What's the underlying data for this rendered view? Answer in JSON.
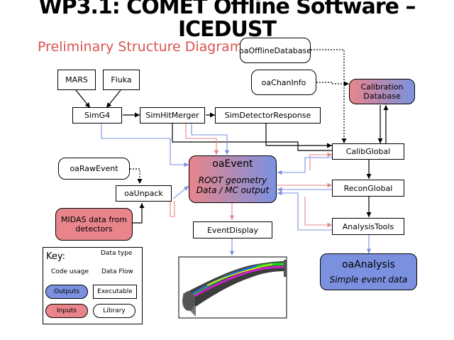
{
  "title": "WP3.1: COMET Offline Software – ICEDUST",
  "subtitle": "Preliminary Structure Diagram",
  "nodes": {
    "mars": "MARS",
    "fluka": "Fluka",
    "simg4": "SimG4",
    "simhitmerger": "SimHitMerger",
    "simdetectorresponse": "SimDetectorResponse",
    "oaofflinedatabase": "oaOfflineDatabase",
    "oachaninfo": "oaChanInfo",
    "calibration_database": "Calibration Database",
    "calibglobal": "CalibGlobal",
    "oarawevent": "oaRawEvent",
    "oaunpack": "oaUnpack",
    "midas": "MIDAS data from detectors",
    "oaevent_title": "oaEvent",
    "oaevent_sub": "ROOT geometry Data / MC output",
    "reconglobal": "ReconGlobal",
    "analysistools": "AnalysisTools",
    "eventdisplay": "EventDisplay",
    "oaanalysis_title": "oaAnalysis",
    "oaanalysis_sub": "Simple event data"
  },
  "key": {
    "heading": "Key:",
    "data_type": "Data type",
    "code_usage": "Code usage",
    "data_flow": "Data Flow",
    "outputs": "Outputs",
    "executable": "Executable",
    "inputs": "Inputs",
    "library": "Library"
  },
  "colors": {
    "red": "#e8858a",
    "blue": "#7b91e0",
    "subtitle": "#d9534f"
  }
}
